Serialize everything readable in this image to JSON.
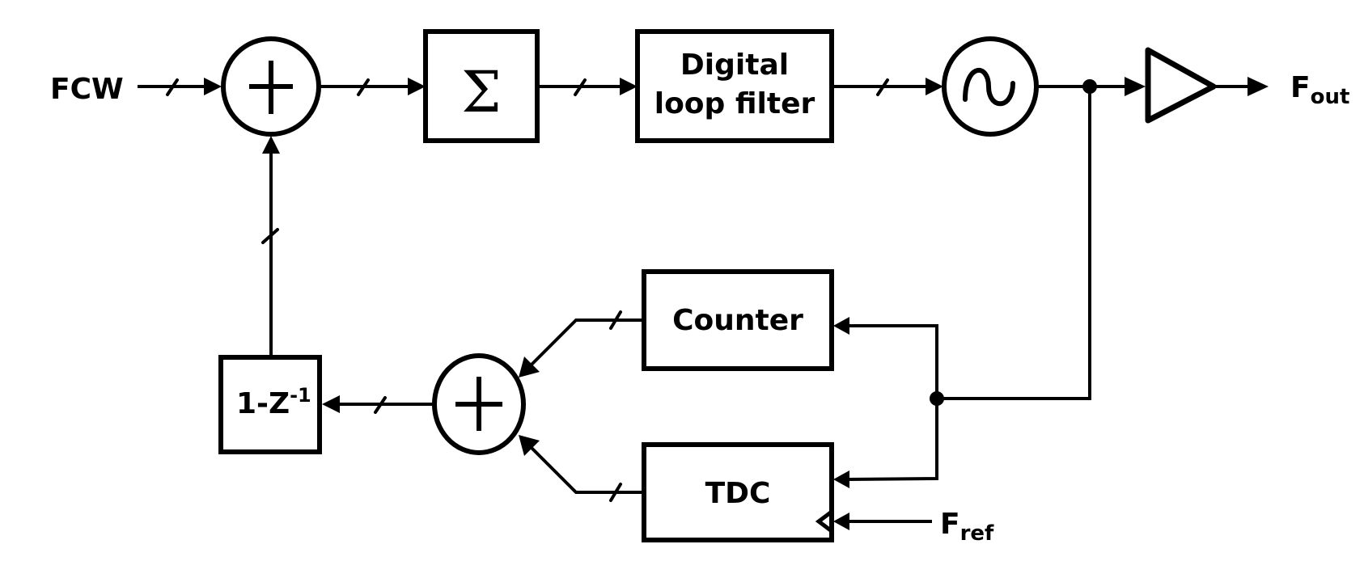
{
  "diagram": {
    "title": "All-digital PLL block diagram",
    "inputs": {
      "fcw": "FCW",
      "fref_main": "F",
      "fref_sub": "ref"
    },
    "outputs": {
      "fout_main": "F",
      "fout_sub": "out"
    },
    "blocks": {
      "adder_top": "+",
      "accumulator": "Σ",
      "loop_filter_line1": "Digital",
      "loop_filter_line2": "loop filter",
      "dco": "~",
      "buffer": "",
      "counter": "Counter",
      "tdc": "TDC",
      "adder_bottom": "+",
      "differentiator_main": "1-Z",
      "differentiator_exp": "-1"
    },
    "stroke_color": "#000000",
    "background_color": "#ffffff"
  }
}
